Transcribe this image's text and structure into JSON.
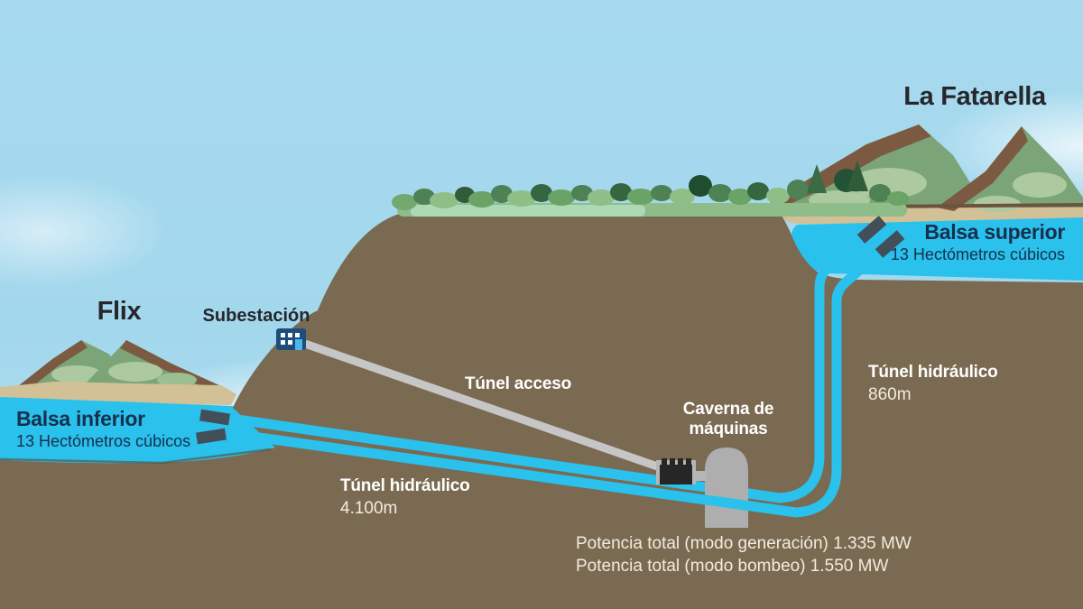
{
  "labels": {
    "la_fatarella": "La Fatarella",
    "flix": "Flix",
    "subestacion": "Subestación",
    "balsa_superior": {
      "title": "Balsa superior",
      "subtitle": "13 Hectómetros cúbicos"
    },
    "balsa_inferior": {
      "title": "Balsa inferior",
      "subtitle": "13 Hectómetros cúbicos"
    },
    "tunel_acceso": "Túnel acceso",
    "tunel_hidraulico_superior": {
      "title": "Túnel hidráulico",
      "length": "860m"
    },
    "tunel_hidraulico_inferior": {
      "title": "Túnel hidráulico",
      "length": "4.100m"
    },
    "caverna": {
      "line1": "Caverna de",
      "line2": "máquinas"
    },
    "potencia": {
      "line1": "Potencia total (modo generación) 1.335 MW",
      "line2": "Potencia total (modo bombeo) 1.550 MW"
    }
  },
  "colors": {
    "sky": "#a7daef",
    "terrain": "#7a6a52",
    "water": "#2ac1ec",
    "sand": "#d2c096",
    "sand_edge": "#6d523c",
    "mountain_green": "#7ba578",
    "mountain_light": "#adc9a0",
    "ridge_brown": "#7b5a41",
    "meadow": "#8fbd8a",
    "meadow_light": "#aed9b5",
    "tunnel_access": "#c6c6c6",
    "cavern": "#aeaeae",
    "platform": "#b6b6b6",
    "machine": "#262626",
    "pipe": "#2ac1ec",
    "pipe_tip": "#434f58",
    "building": "#1d4e7b",
    "building_door": "#49b7e9",
    "dark_text": "#26262b",
    "navy_text": "#16304d",
    "white_text": "#ffffff",
    "cream_text": "#f2ecdd"
  }
}
